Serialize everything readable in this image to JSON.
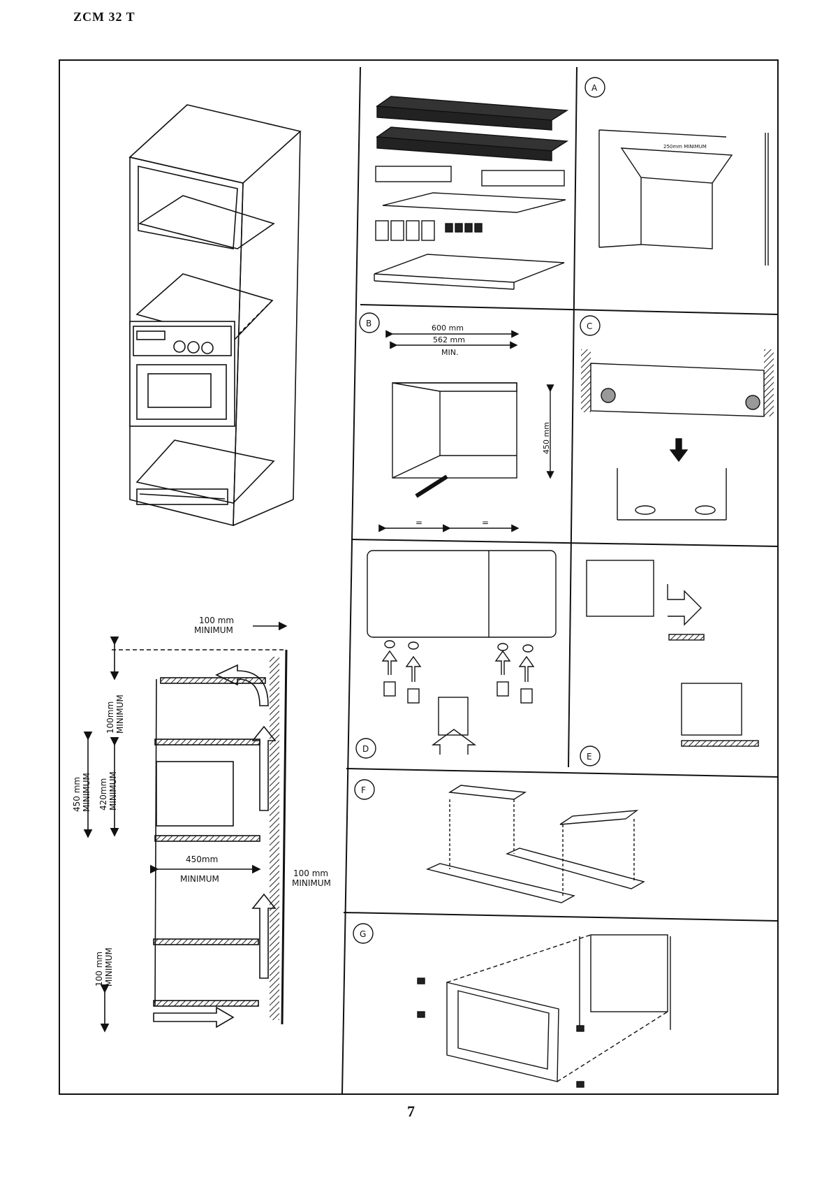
{
  "header": {
    "model": "ZCM 32 T"
  },
  "page_number": "7",
  "panels": {
    "A": {
      "letter": "A",
      "note": "250mm MINIMUM"
    },
    "B": {
      "letter": "B",
      "width_outer": "600 mm",
      "width_inner": "562 mm",
      "min": "MIN.",
      "height": "450 mm",
      "equal_left": "=",
      "equal_right": "="
    },
    "C": {
      "letter": "C"
    },
    "D": {
      "letter": "D"
    },
    "E": {
      "letter": "E"
    },
    "F": {
      "letter": "F"
    },
    "G": {
      "letter": "G"
    }
  },
  "ventilation_diagram": {
    "top_gap_value": "100 mm",
    "top_gap_label": "MINIMUM",
    "upper_space_value": "100mm",
    "upper_space_label": "MINIMUM",
    "niche_height_value": "450 mm",
    "niche_height_label": "MINIMUM",
    "oven_height_value": "420mm",
    "oven_height_label": "MINIMUM",
    "depth_value": "450mm",
    "depth_label": "MINIMUM",
    "rear_gap_value": "100 mm",
    "rear_gap_label": "MINIMUM",
    "bottom_gap_value": "100 mm",
    "bottom_gap_label": "MINIMUM"
  }
}
